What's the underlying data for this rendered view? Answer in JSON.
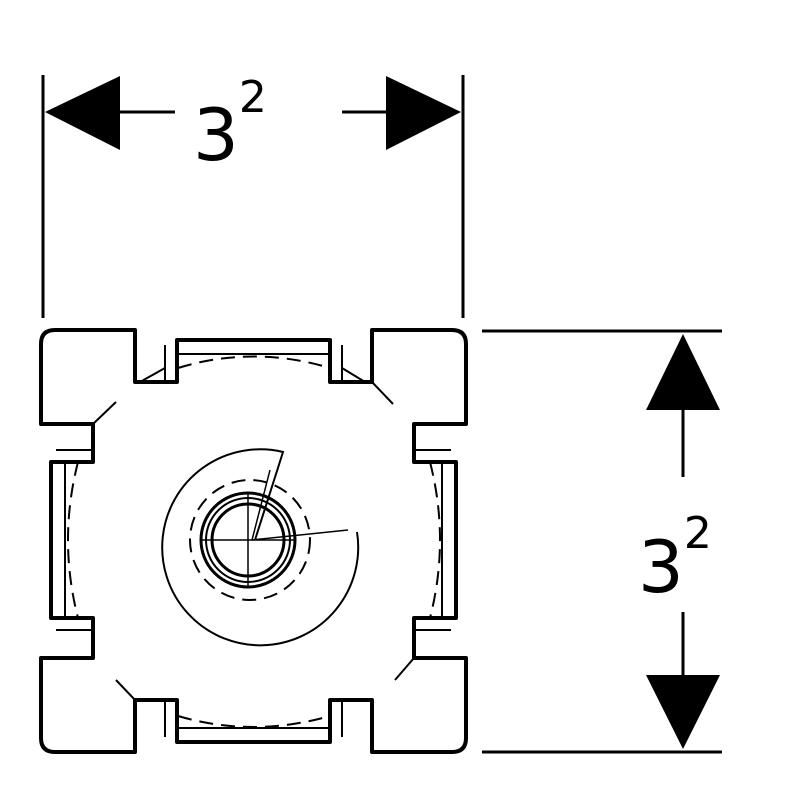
{
  "diagram": {
    "colors": {
      "line": "#000000",
      "background": "#ffffff"
    },
    "dimensions": {
      "width": {
        "base": "3",
        "exponent": "2"
      },
      "height": {
        "base": "3",
        "exponent": "2"
      }
    },
    "icons": {
      "arrow": "filled-triangle-arrowhead"
    }
  }
}
